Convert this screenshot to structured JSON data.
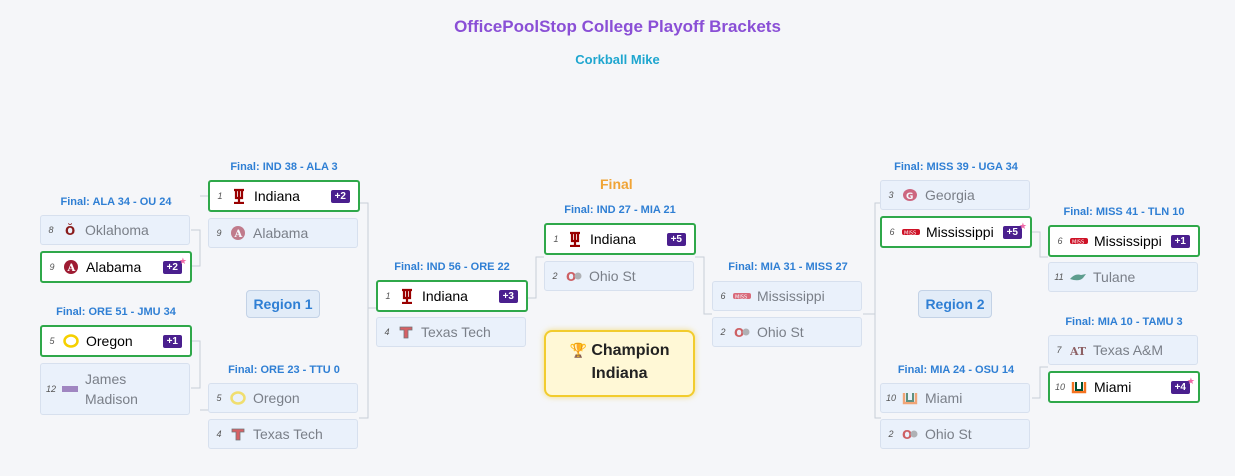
{
  "header": {
    "title": "OfficePoolStop College Playoff Brackets",
    "subtitle": "Corkball Mike"
  },
  "final": {
    "label": "Final",
    "game_label": "Final: IND 27 - MIA 21",
    "top": {
      "seed": "1",
      "name": "Indiana",
      "points": "+5",
      "logo": "indiana-logo"
    },
    "bottom": {
      "seed": "2",
      "name": "Ohio St",
      "logo": "ohio-st-logo"
    }
  },
  "champion": {
    "icon": "trophy-icon",
    "label": "Champion",
    "name": "Indiana"
  },
  "regions": {
    "left": "Region 1",
    "right": "Region 2"
  },
  "left": {
    "r1_top": {
      "label": "Final: ALA 34 - OU 24",
      "top": {
        "seed": "8",
        "name": "Oklahoma",
        "logo": "oklahoma-logo"
      },
      "bottom": {
        "seed": "9",
        "name": "Alabama",
        "points": "+2",
        "logo": "alabama-logo"
      }
    },
    "r1_bottom": {
      "label": "Final: ORE 51 - JMU 34",
      "top": {
        "seed": "5",
        "name": "Oregon",
        "points": "+1",
        "logo": "oregon-logo"
      },
      "bottom": {
        "seed": "12",
        "name": "James Madison",
        "logo": "james-madison-logo"
      }
    },
    "r2_top": {
      "label": "Final: IND 38 - ALA 3",
      "top": {
        "seed": "1",
        "name": "Indiana",
        "points": "+2",
        "logo": "indiana-logo"
      },
      "bottom": {
        "seed": "9",
        "name": "Alabama",
        "logo": "alabama-logo"
      }
    },
    "r2_bottom": {
      "label": "Final: ORE 23 - TTU 0",
      "top": {
        "seed": "5",
        "name": "Oregon",
        "logo": "oregon-logo"
      },
      "bottom": {
        "seed": "4",
        "name": "Texas Tech",
        "logo": "texas-tech-logo"
      }
    },
    "semi": {
      "label": "Final: IND 56 - ORE 22",
      "top": {
        "seed": "1",
        "name": "Indiana",
        "points": "+3",
        "logo": "indiana-logo"
      },
      "bottom": {
        "seed": "4",
        "name": "Texas Tech",
        "logo": "texas-tech-logo"
      }
    }
  },
  "right": {
    "r2_top": {
      "label": "Final: MISS 39 - UGA 34",
      "top": {
        "seed": "3",
        "name": "Georgia",
        "logo": "georgia-logo"
      },
      "bottom": {
        "seed": "6",
        "name": "Mississippi",
        "points": "+5",
        "logo": "mississippi-logo"
      }
    },
    "r2_bottom": {
      "label": "Final: MIA 24 - OSU 14",
      "top": {
        "seed": "10",
        "name": "Miami",
        "logo": "miami-logo"
      },
      "bottom": {
        "seed": "2",
        "name": "Ohio St",
        "logo": "ohio-st-logo"
      }
    },
    "r1_top": {
      "label": "Final: MISS 41 - TLN 10",
      "top": {
        "seed": "6",
        "name": "Mississippi",
        "points": "+1",
        "logo": "mississippi-logo"
      },
      "bottom": {
        "seed": "11",
        "name": "Tulane",
        "logo": "tulane-logo"
      }
    },
    "r1_bottom": {
      "label": "Final: MIA 10 - TAMU 3",
      "top": {
        "seed": "7",
        "name": "Texas A&M",
        "logo": "texas-am-logo"
      },
      "bottom": {
        "seed": "10",
        "name": "Miami",
        "points": "+4",
        "logo": "miami-logo"
      }
    },
    "semi": {
      "label": "Final: MIA 31 - MISS 27",
      "top": {
        "seed": "6",
        "name": "Mississippi",
        "logo": "mississippi-logo"
      },
      "bottom": {
        "seed": "2",
        "name": "Ohio St",
        "logo": "ohio-st-logo"
      }
    }
  },
  "colors": {
    "win_border": "#2fa84a",
    "points_badge": "#4a1f8e",
    "accent": "#8a4fd6",
    "game_label": "#2f7fd4"
  }
}
